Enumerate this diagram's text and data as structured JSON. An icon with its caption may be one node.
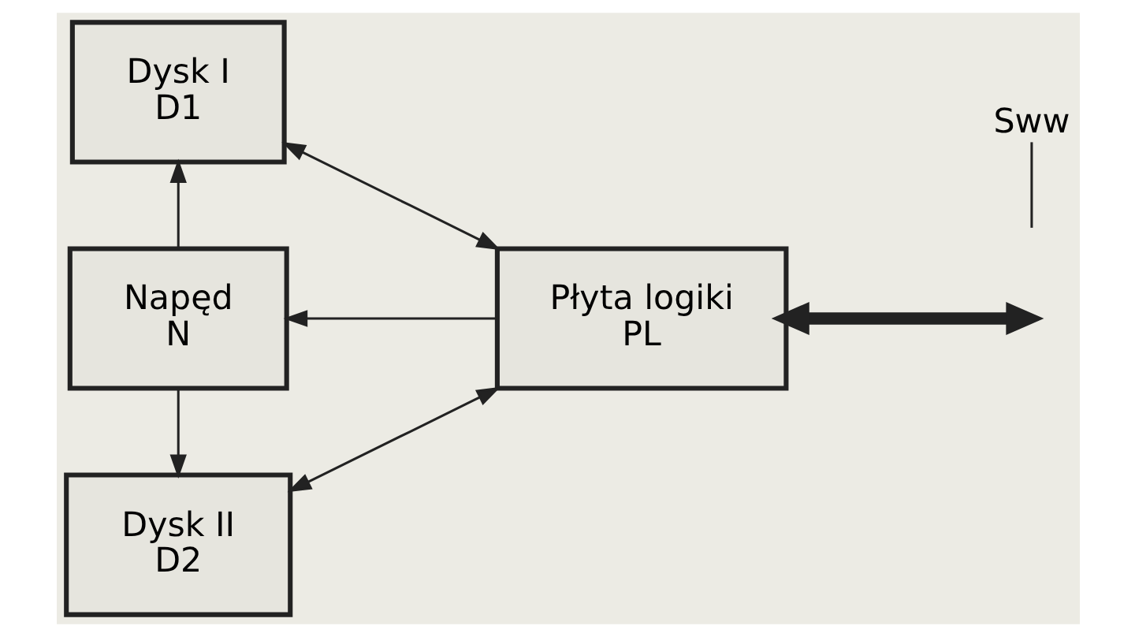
{
  "diagram": {
    "nodes": [
      {
        "text": [
          "Dysk I",
          "D1"
        ]
      },
      {
        "text": [
          "Napęd",
          "N"
        ]
      },
      {
        "text": [
          "Dysk II",
          "D2"
        ]
      },
      {
        "text": [
          "Płyta logiki",
          "PL"
        ]
      },
      {
        "text": [
          "Sww"
        ]
      }
    ],
    "edges": [
      {
        "from": 1,
        "to": 0,
        "arrow": "to"
      },
      {
        "from": 1,
        "to": 2,
        "arrow": "to"
      },
      {
        "from": 3,
        "to": 0,
        "arrow": "both"
      },
      {
        "from": 3,
        "to": 1,
        "arrow": "to"
      },
      {
        "from": 3,
        "to": 2,
        "arrow": "both"
      },
      {
        "from": 3,
        "to": null,
        "arrow": "both",
        "style": "thick"
      },
      {
        "from": 4,
        "to": null,
        "arrow": "none"
      }
    ]
  }
}
